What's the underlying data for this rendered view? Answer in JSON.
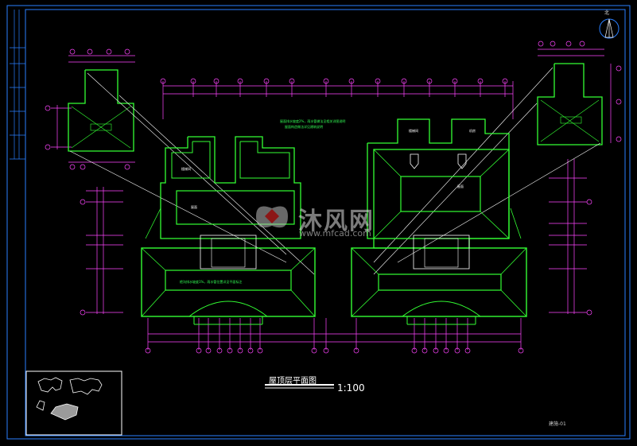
{
  "drawing": {
    "title": "屋顶层平面图",
    "scale": "1:100",
    "watermark_cn": "沐风网",
    "watermark_url": "www.mfcad.com",
    "north_mark": "北",
    "sheet_id": "建施-01",
    "notes": {
      "upper": "屋面排水坡度2%，雨水管做法见相关详图说明",
      "upper_2": "屋面构造做法详见建筑说明",
      "lower": "檐沟排水坡度1%，雨水管位置详见平面标注"
    },
    "rooms": [
      "楼梯间",
      "屋面",
      "屋面",
      "楼梯间",
      "机房"
    ]
  },
  "colors": {
    "background": "#000000",
    "wall": "#33ff33",
    "dimension": "#ff33ff",
    "annotation": "#ffffff",
    "frame": "#3399ff",
    "grid": "#ff66ff"
  }
}
